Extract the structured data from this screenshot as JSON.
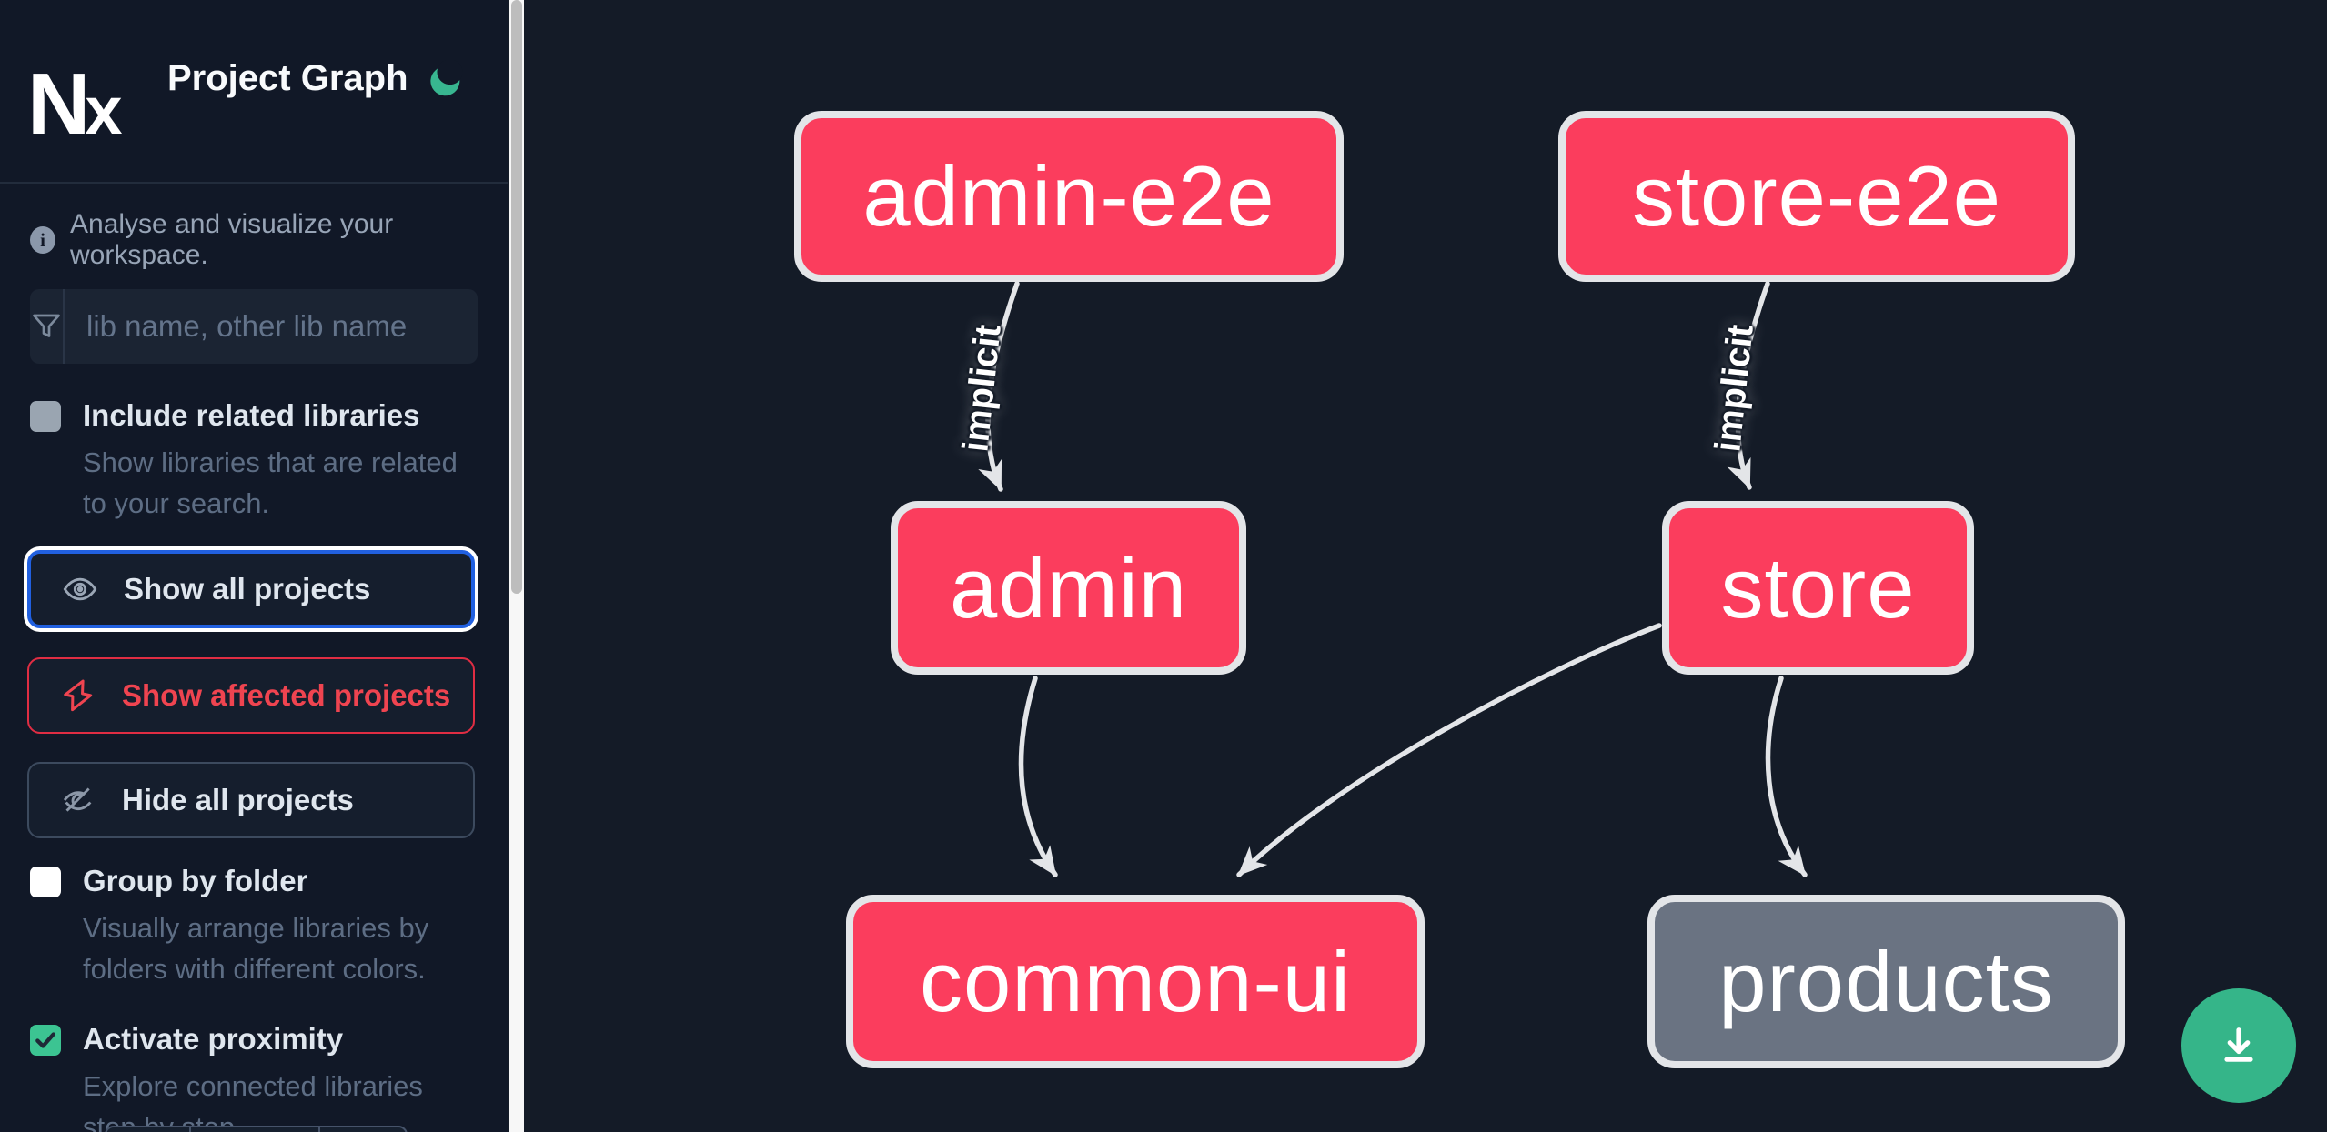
{
  "app": {
    "logo_text": "Nx",
    "title": "Project Graph",
    "theme_icon": "moon"
  },
  "sidebar": {
    "tagline": "Analyse and visualize your workspace.",
    "search_placeholder": "lib name, other lib name",
    "toggles": [
      {
        "label": "Include related libraries",
        "description": "Show libraries that are related to your search.",
        "checked": false,
        "checked_str": "false"
      },
      {
        "label": "Group by folder",
        "description": "Visually arrange libraries by folders with different colors.",
        "checked": false,
        "checked_str": "false"
      },
      {
        "label": "Activate proximity",
        "description": "Explore connected libraries step by step.",
        "checked": true,
        "checked_str": "true"
      }
    ],
    "actions": [
      {
        "label": "Show all projects",
        "state": "active"
      },
      {
        "label": "Show affected projects",
        "state": "affected"
      },
      {
        "label": "Hide all projects",
        "state": "default"
      }
    ]
  },
  "graph": {
    "nodes": [
      {
        "id": "admin-e2e",
        "label": "admin-e2e",
        "kind": "affected"
      },
      {
        "id": "store-e2e",
        "label": "store-e2e",
        "kind": "affected"
      },
      {
        "id": "admin",
        "label": "admin",
        "kind": "affected"
      },
      {
        "id": "store",
        "label": "store",
        "kind": "affected"
      },
      {
        "id": "common-ui",
        "label": "common-ui",
        "kind": "affected"
      },
      {
        "id": "products",
        "label": "products",
        "kind": "unaffected"
      }
    ],
    "edges": [
      {
        "source": "admin-e2e",
        "target": "admin",
        "label": "implicit"
      },
      {
        "source": "store-e2e",
        "target": "store",
        "label": "implicit"
      },
      {
        "source": "admin",
        "target": "common-ui",
        "label": ""
      },
      {
        "source": "store",
        "target": "common-ui",
        "label": ""
      },
      {
        "source": "store",
        "target": "products",
        "label": ""
      }
    ]
  },
  "colors": {
    "affected_node": "#fb3d5d",
    "unaffected_node": "#6a7382",
    "edge": "#e3e5e8",
    "accent_green": "#35b589",
    "accent_blue": "#2160e0",
    "accent_red": "#ef4444",
    "sidebar_bg": "#111827",
    "canvas_bg": "#141b27"
  }
}
